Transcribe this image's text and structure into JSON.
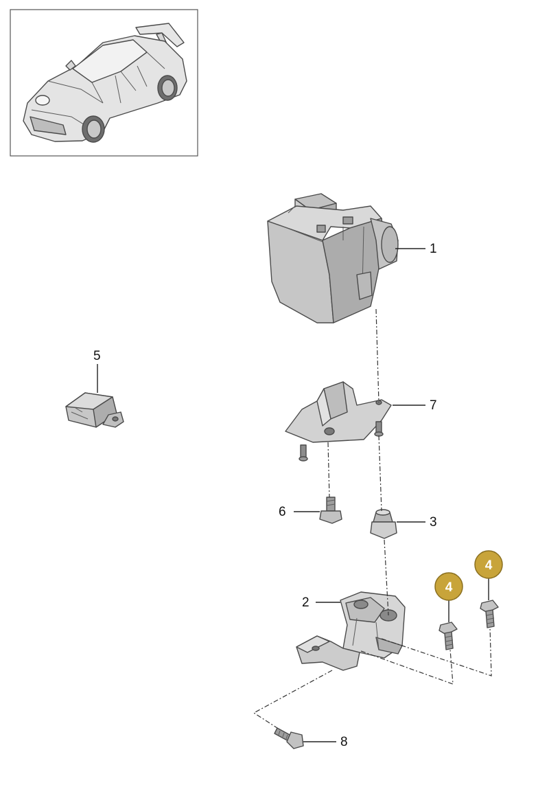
{
  "callouts": {
    "c1": "1",
    "c2": "2",
    "c3": "3",
    "c5": "5",
    "c6": "6",
    "c7": "7",
    "c8": "8",
    "badge_a": "4",
    "badge_b": "4"
  },
  "colors": {
    "badge_fill": "#c8a43a",
    "badge_stroke": "#8a6f1f",
    "part_fill": "#cfcfcf",
    "part_shade": "#b5b5b5",
    "part_light": "#e2e2e2",
    "frame_stroke": "#555555"
  }
}
